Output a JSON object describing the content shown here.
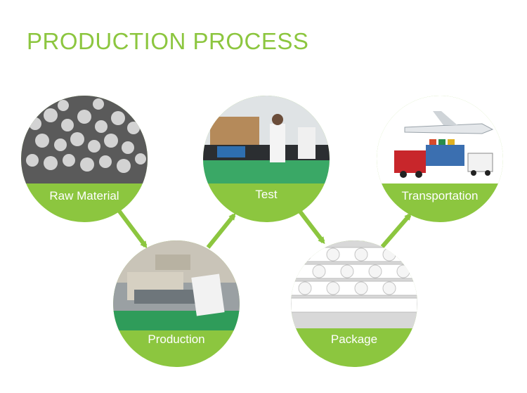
{
  "title": "PRODUCTION PROCESS",
  "colors": {
    "accent": "#8cc63f"
  },
  "stages": [
    {
      "label": "Raw Material"
    },
    {
      "label": "Production"
    },
    {
      "label": "Test"
    },
    {
      "label": "Package"
    },
    {
      "label": "Transportation"
    }
  ]
}
